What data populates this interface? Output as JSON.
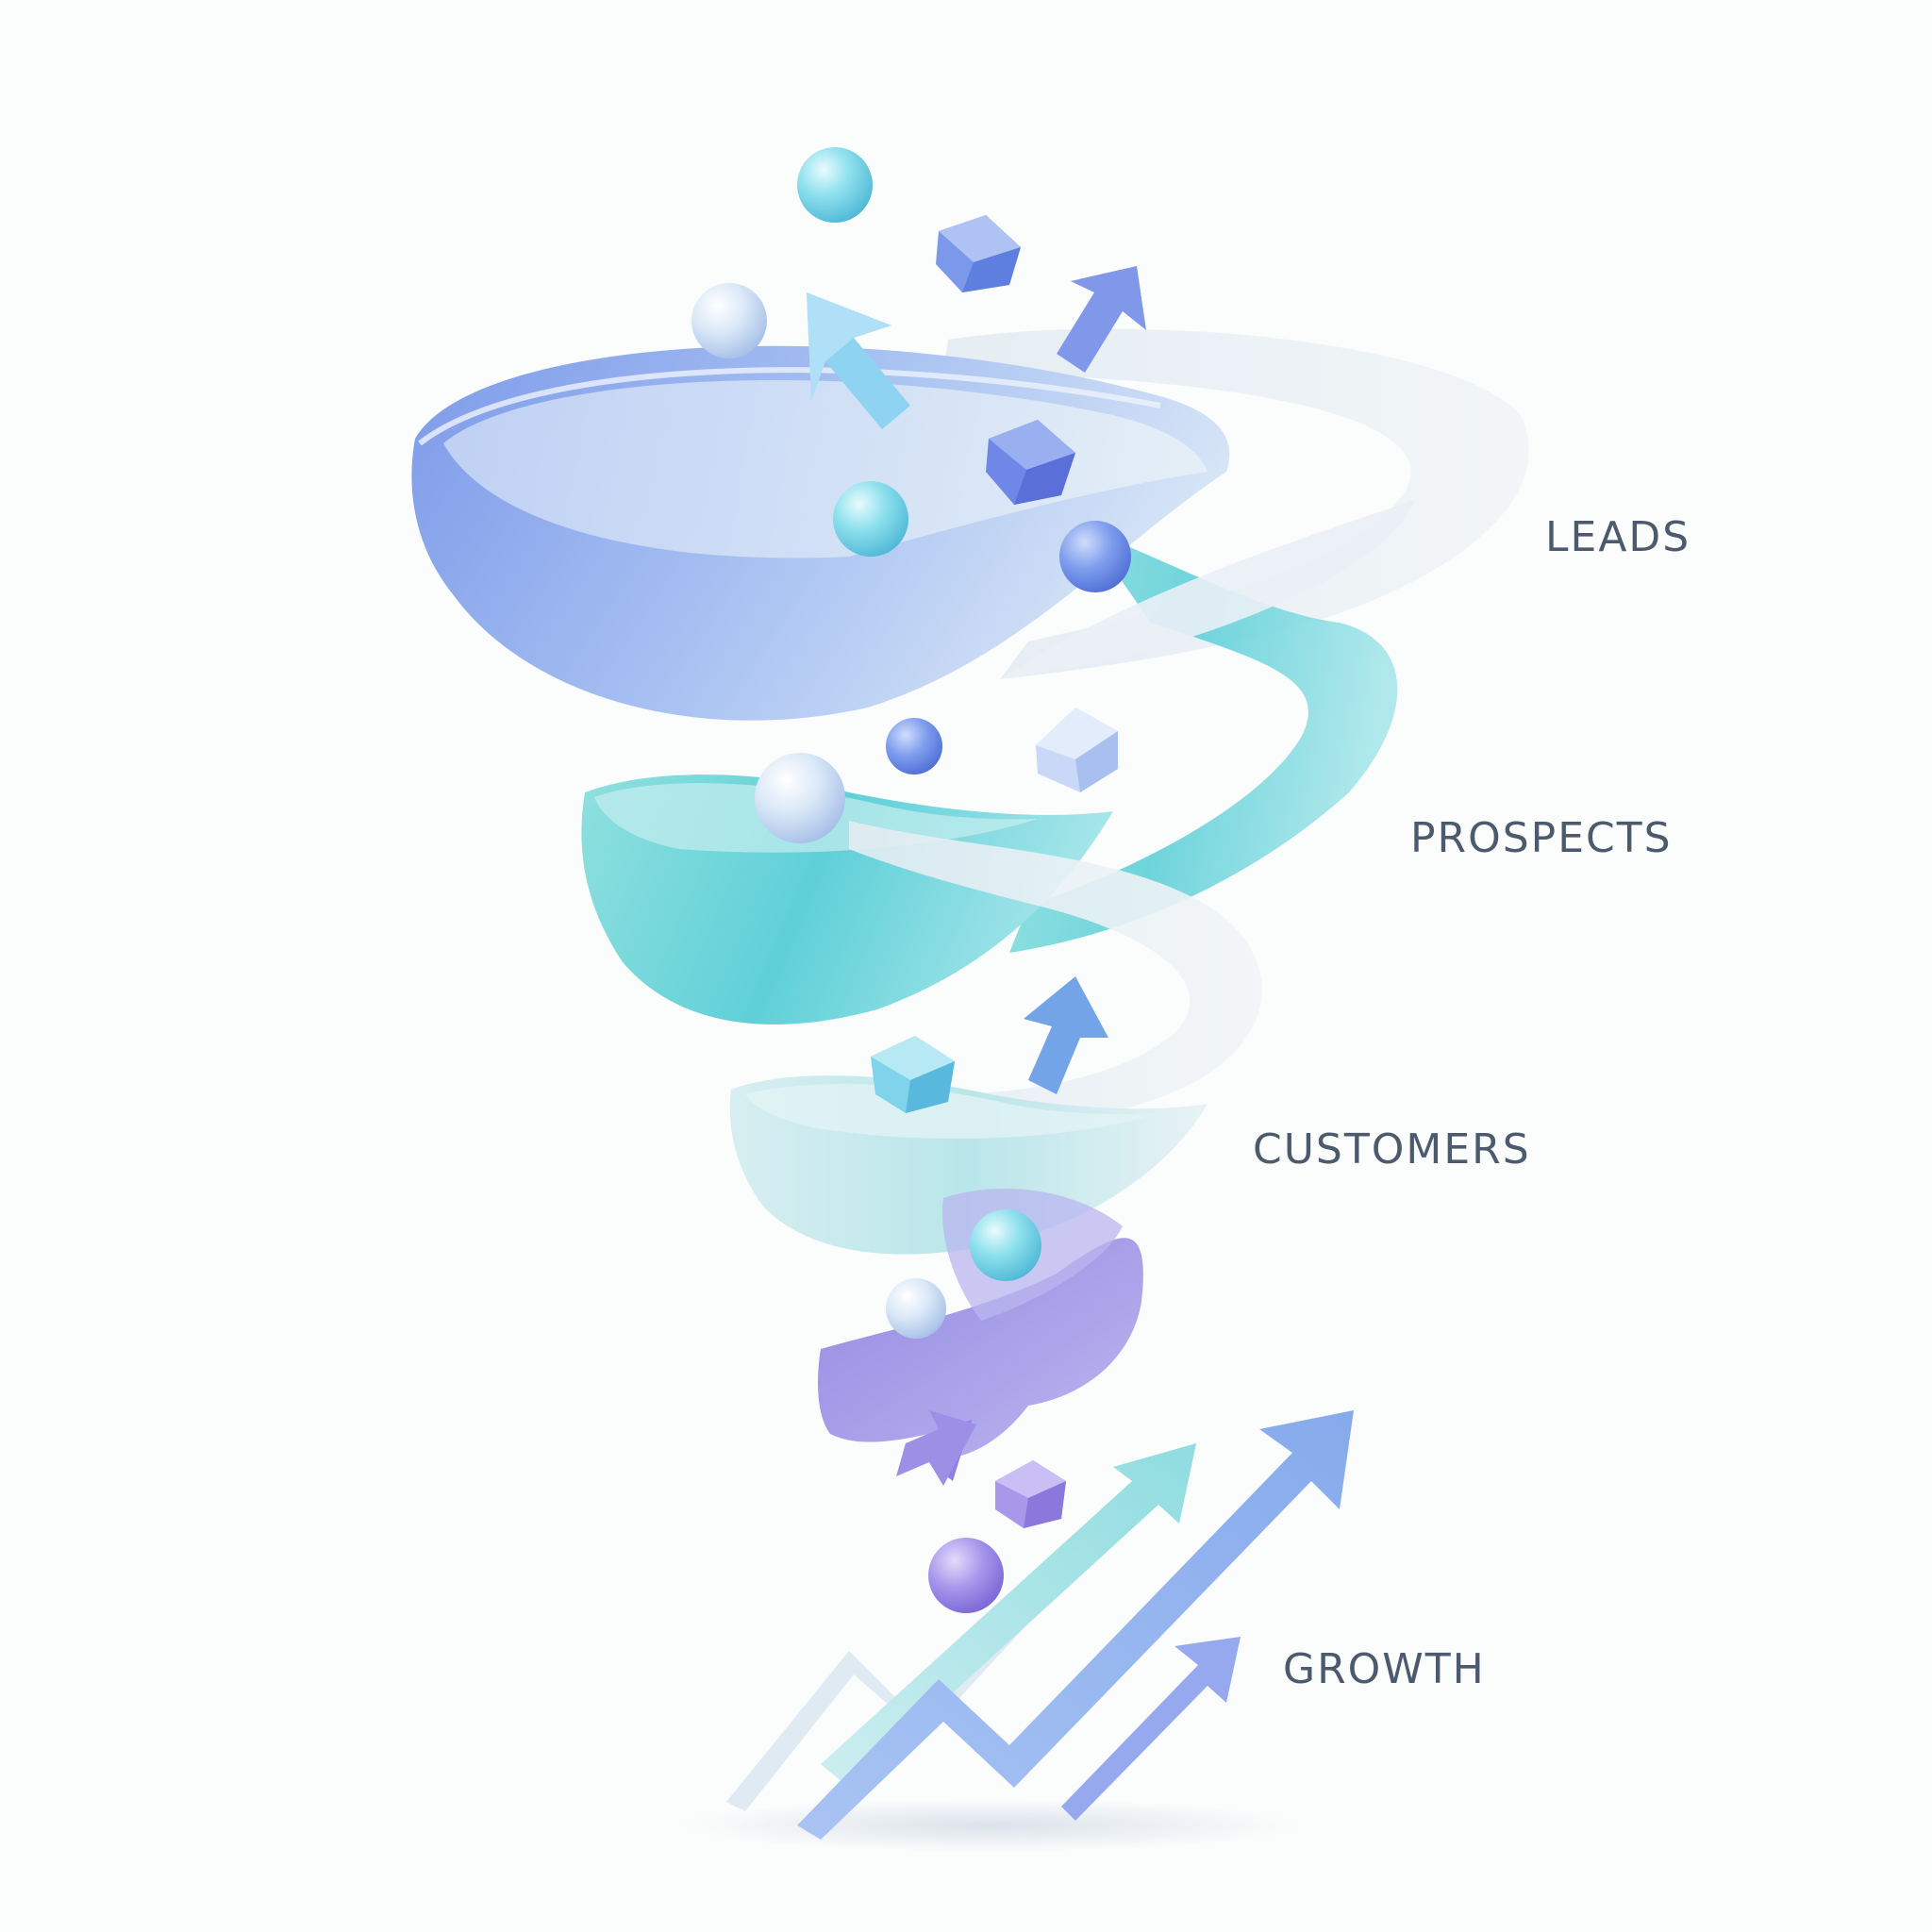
{
  "stages": [
    {
      "id": "leads",
      "label": "LEADS",
      "color": "#7fa0ea"
    },
    {
      "id": "prospects",
      "label": "PROSPECTS",
      "color": "#5fd2d8"
    },
    {
      "id": "customers",
      "label": "CUSTOMERS",
      "color": "#c9e8ef"
    },
    {
      "id": "growth",
      "label": "GROWTH",
      "color": "#8f86e2"
    }
  ],
  "label_color": "#4c5a6e",
  "palette": {
    "background": "#fbfcfc",
    "blue": "#7fa0ea",
    "teal": "#5fd2d8",
    "pale": "#dde8f2",
    "violet": "#8f86e2",
    "arrow_blue": "#8fb4ef",
    "arrow_teal": "#8fdce0"
  }
}
